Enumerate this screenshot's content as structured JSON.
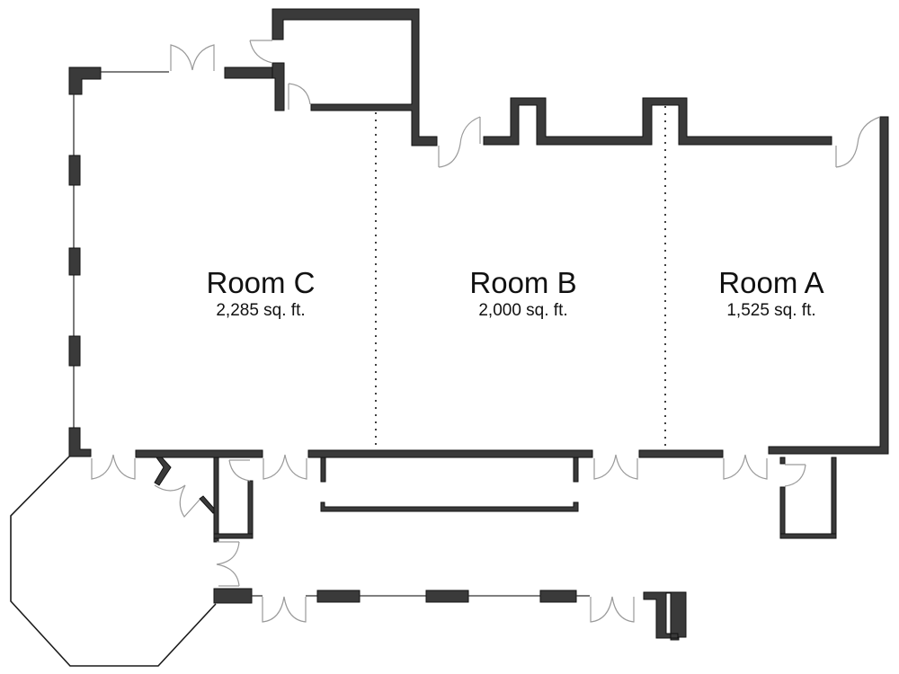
{
  "floor_plan": {
    "rooms": [
      {
        "name": "Room C",
        "area": "2,285 sq. ft."
      },
      {
        "name": "Room B",
        "area": "2,000 sq. ft."
      },
      {
        "name": "Room A",
        "area": "1,525 sq. ft."
      }
    ],
    "colors": {
      "wall": "#3a3a3a",
      "door_swing": "#9a9a9a",
      "background": "#ffffff"
    }
  }
}
